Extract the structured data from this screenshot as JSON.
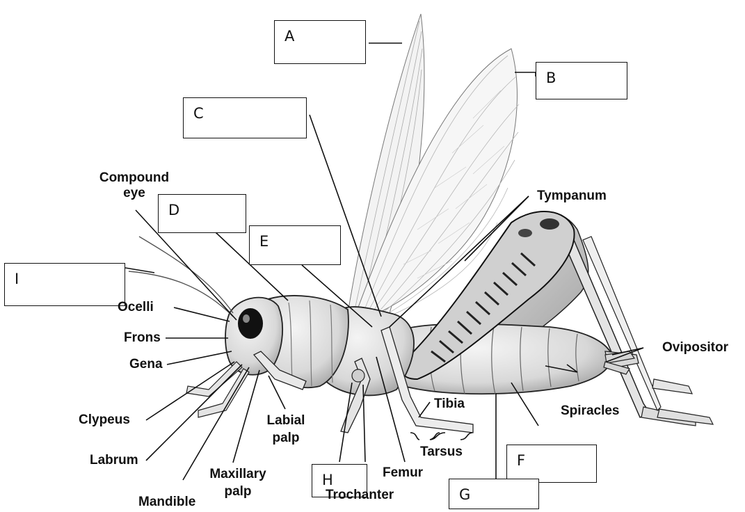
{
  "answer_boxes": [
    {
      "id": "A",
      "text": "A"
    },
    {
      "id": "B",
      "text": "B"
    },
    {
      "id": "C",
      "text": "C"
    },
    {
      "id": "D",
      "text": "D"
    },
    {
      "id": "E",
      "text": "E"
    },
    {
      "id": "F",
      "text": "F"
    },
    {
      "id": "G",
      "text": "G"
    },
    {
      "id": "H",
      "text": "H"
    },
    {
      "id": "I",
      "text": "I"
    }
  ],
  "labels": {
    "compound_eye_1": "Compound",
    "compound_eye_2": "eye",
    "ocelli": "Ocelli",
    "frons": "Frons",
    "gena": "Gena",
    "clypeus": "Clypeus",
    "labrum": "Labrum",
    "mandible": "Mandible",
    "maxillary_1": "Maxillary",
    "maxillary_2": "palp",
    "labial_1": "Labial",
    "labial_2": "palp",
    "trochanter": "Trochanter",
    "femur": "Femur",
    "tibia": "Tibia",
    "tarsus": "Tarsus",
    "tympanum": "Tympanum",
    "ovipositor": "Ovipositor",
    "spiracles": "Spiracles"
  },
  "colors": {
    "outline": "#111111",
    "body_fill": "#e6e6e6",
    "body_shade": "#c4c4c4",
    "wing_fill": "#f2f2f2"
  }
}
